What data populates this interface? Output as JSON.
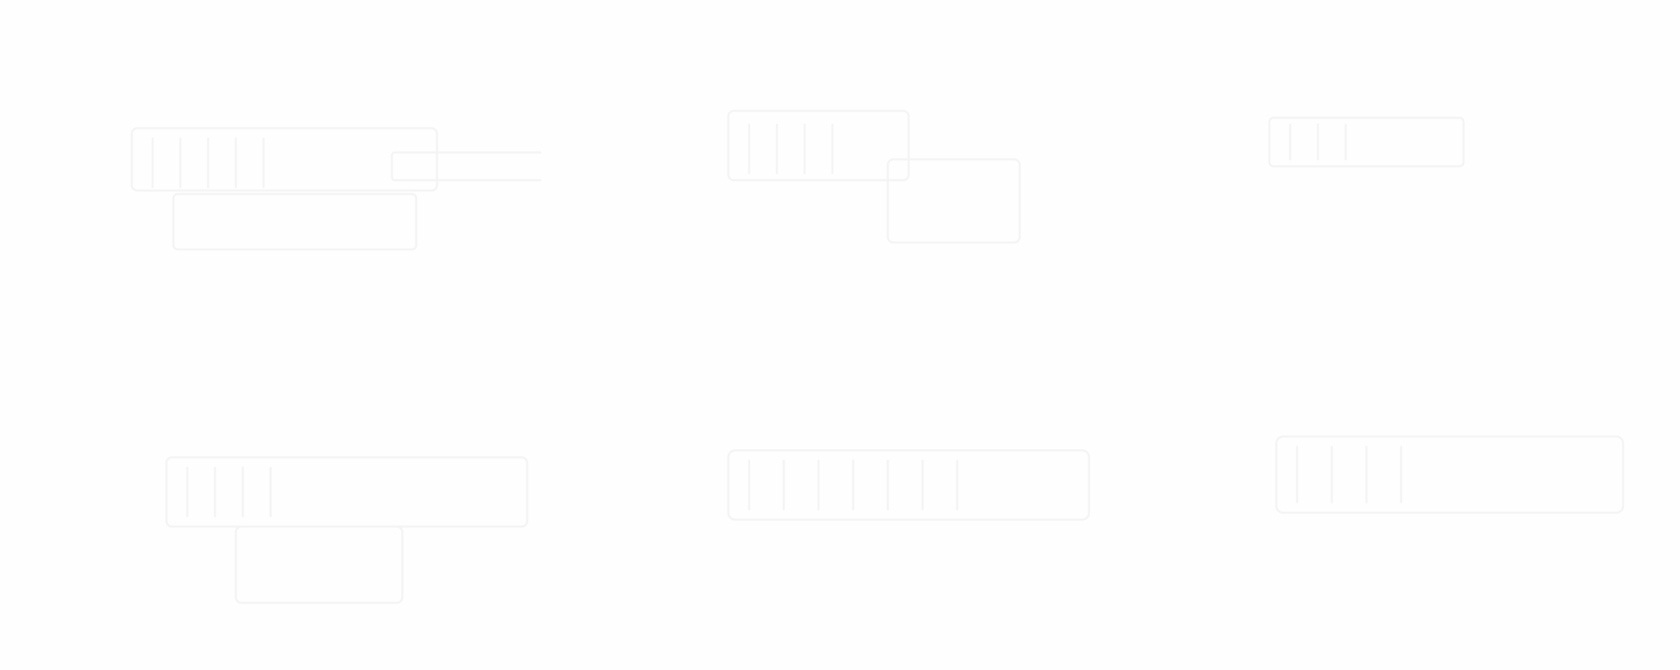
{
  "page": {
    "background_color": "#FEFEFE",
    "mark_color": "#F4F4F4"
  },
  "logos": [
    {
      "id": "logo-1",
      "icon": "faint-wordmark-logo-icon"
    },
    {
      "id": "logo-2",
      "icon": "faint-wordmark-logo-icon"
    },
    {
      "id": "logo-3",
      "icon": "faint-wordmark-logo-icon"
    },
    {
      "id": "logo-4",
      "icon": "faint-wordmark-logo-icon"
    },
    {
      "id": "logo-5",
      "icon": "faint-wordmark-logo-icon"
    },
    {
      "id": "logo-6",
      "icon": "faint-wordmark-logo-icon"
    }
  ]
}
